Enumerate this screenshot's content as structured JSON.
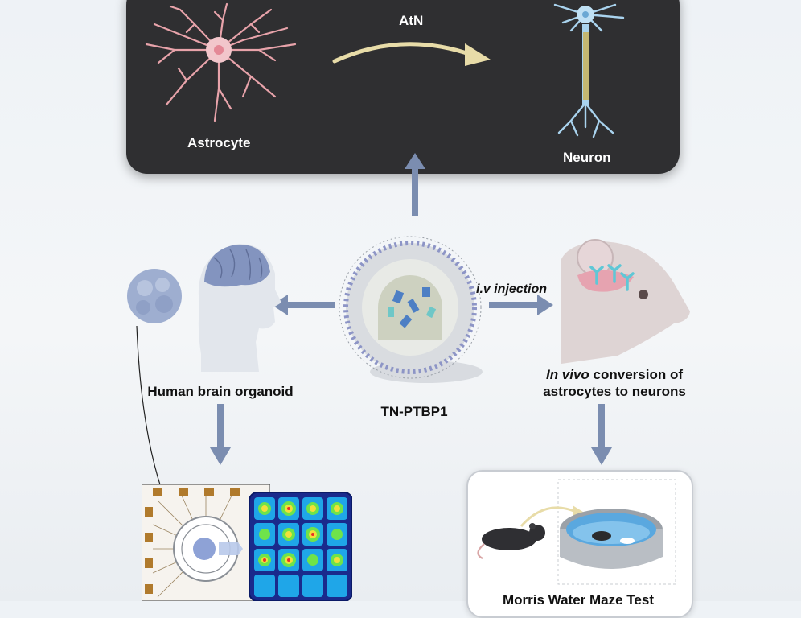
{
  "top_panel": {
    "astrocyte_label": "Astrocyte",
    "arrow_label": "AtN",
    "neuron_label": "Neuron"
  },
  "center": {
    "nanoparticle_label": "TN-PTBP1",
    "injection_label": "i.v injection"
  },
  "left": {
    "organoid_label": "Human brain organoid"
  },
  "right": {
    "conversion_label_italic": "In vivo",
    "conversion_label_rest": " conversion of",
    "conversion_label_line2": "astrocytes to neurons"
  },
  "bottom_right": {
    "test_label": "Morris Water Maze Test"
  },
  "colors": {
    "panel_dark": "#2f2f31",
    "arrow_blue": "#7b8db0",
    "astrocyte_pink": "#e8a3aa",
    "neuron_blue": "#a9d3ee",
    "accent_yellow": "#e8dca8"
  }
}
